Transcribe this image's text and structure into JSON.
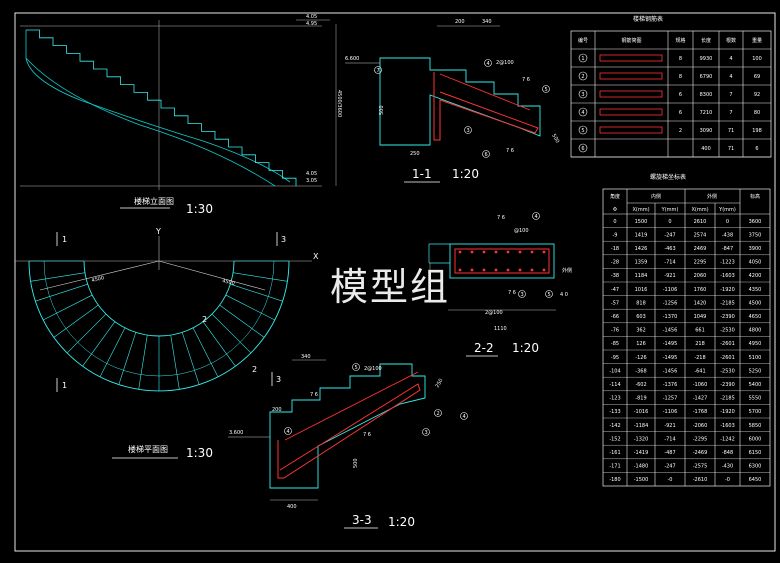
{
  "watermark": "模型组",
  "views": {
    "elevation": {
      "title": "楼梯立面图",
      "scale": "1:30",
      "dims": [
        "4.05",
        "4.95",
        "4.05",
        "3.05"
      ],
      "height_label": "4500/3600"
    },
    "plan": {
      "title": "楼梯平面图",
      "scale": "1:30",
      "axes": {
        "x": "X",
        "y": "Y"
      },
      "marks": [
        "1",
        "1",
        "3",
        "3",
        "2",
        "2"
      ],
      "radius_labels": [
        "4500",
        "4500"
      ]
    },
    "section1": {
      "title": "1-1",
      "scale": "1:20",
      "dims": [
        "200",
        "340",
        "500",
        "250",
        "500"
      ],
      "level": "6.600",
      "rebars": [
        "2@100",
        "7 6",
        "7 6"
      ],
      "bubbles": [
        "4",
        "5",
        "6",
        "3",
        "7"
      ]
    },
    "section2": {
      "title": "2-2",
      "scale": "1:20",
      "dims": [
        "7 6",
        "@100",
        "2@100",
        "7 6",
        "1110",
        "4 0"
      ],
      "bubbles": [
        "4",
        "3",
        "5"
      ],
      "side_note": "外侧"
    },
    "section3": {
      "title": "3-3",
      "scale": "1:20",
      "dims": [
        "340",
        "2@100",
        "7 6",
        "200",
        "7 6",
        "500",
        "400",
        "250"
      ],
      "level": "3.600",
      "bubbles": [
        "5",
        "2",
        "4",
        "3",
        "4"
      ]
    }
  },
  "rebar_table": {
    "title": "楼梯钢筋表",
    "headers": [
      "编号",
      "钢筋简图",
      "规格",
      "长度",
      "根数",
      "重量"
    ],
    "rows": [
      [
        "1",
        "",
        "8",
        "9930",
        "4",
        "100"
      ],
      [
        "2",
        "",
        "8",
        "6790",
        "4",
        "69"
      ],
      [
        "3",
        "",
        "6",
        "8300",
        "7",
        "92"
      ],
      [
        "4",
        "",
        "6",
        "7210",
        "7",
        "80"
      ],
      [
        "5",
        "",
        "2",
        "3090",
        "71",
        "198"
      ],
      [
        "6",
        "",
        "",
        "400",
        "71",
        "6"
      ]
    ]
  },
  "coord_table": {
    "title": "螺旋梯坐标表",
    "headers": [
      "角度",
      "内侧",
      "外侧",
      "标高"
    ],
    "subheaders": [
      "Φ",
      "X(mm)",
      "Y(mm)",
      "X(mm)",
      "Y(mm)",
      ""
    ],
    "rows": [
      [
        "0",
        "1500",
        "0",
        "2610",
        "0",
        "3600"
      ],
      [
        "-9",
        "1419",
        "-247",
        "2574",
        "-438",
        "3750"
      ],
      [
        "-18",
        "1426",
        "-463",
        "2469",
        "-847",
        "3900"
      ],
      [
        "-28",
        "1359",
        "-714",
        "2295",
        "-1223",
        "4050"
      ],
      [
        "-38",
        "1184",
        "-921",
        "2060",
        "-1603",
        "4200"
      ],
      [
        "-47",
        "1016",
        "-1106",
        "1760",
        "-1920",
        "4350"
      ],
      [
        "-57",
        "818",
        "-1256",
        "1420",
        "-2185",
        "4500"
      ],
      [
        "-66",
        "603",
        "-1370",
        "1049",
        "-2390",
        "4650"
      ],
      [
        "-76",
        "362",
        "-1456",
        "661",
        "-2530",
        "4800"
      ],
      [
        "-85",
        "126",
        "-1495",
        "218",
        "-2601",
        "4950"
      ],
      [
        "-95",
        "-126",
        "-1495",
        "-218",
        "-2601",
        "5100"
      ],
      [
        "-104",
        "-368",
        "-1456",
        "-641",
        "-2530",
        "5250"
      ],
      [
        "-114",
        "-602",
        "-1376",
        "-1060",
        "-2390",
        "5400"
      ],
      [
        "-123",
        "-819",
        "-1257",
        "-1427",
        "-2185",
        "5550"
      ],
      [
        "-133",
        "-1016",
        "-1106",
        "-1768",
        "-1920",
        "5700"
      ],
      [
        "-142",
        "-1184",
        "-921",
        "-2060",
        "-1603",
        "5850"
      ],
      [
        "-152",
        "-1320",
        "-714",
        "-2295",
        "-1242",
        "6000"
      ],
      [
        "-161",
        "-1419",
        "-487",
        "-2469",
        "-848",
        "6150"
      ],
      [
        "-171",
        "-1480",
        "-247",
        "-2575",
        "-430",
        "6300"
      ],
      [
        "-180",
        "-1500",
        "-0",
        "-2610",
        "-0",
        "6450"
      ]
    ]
  }
}
